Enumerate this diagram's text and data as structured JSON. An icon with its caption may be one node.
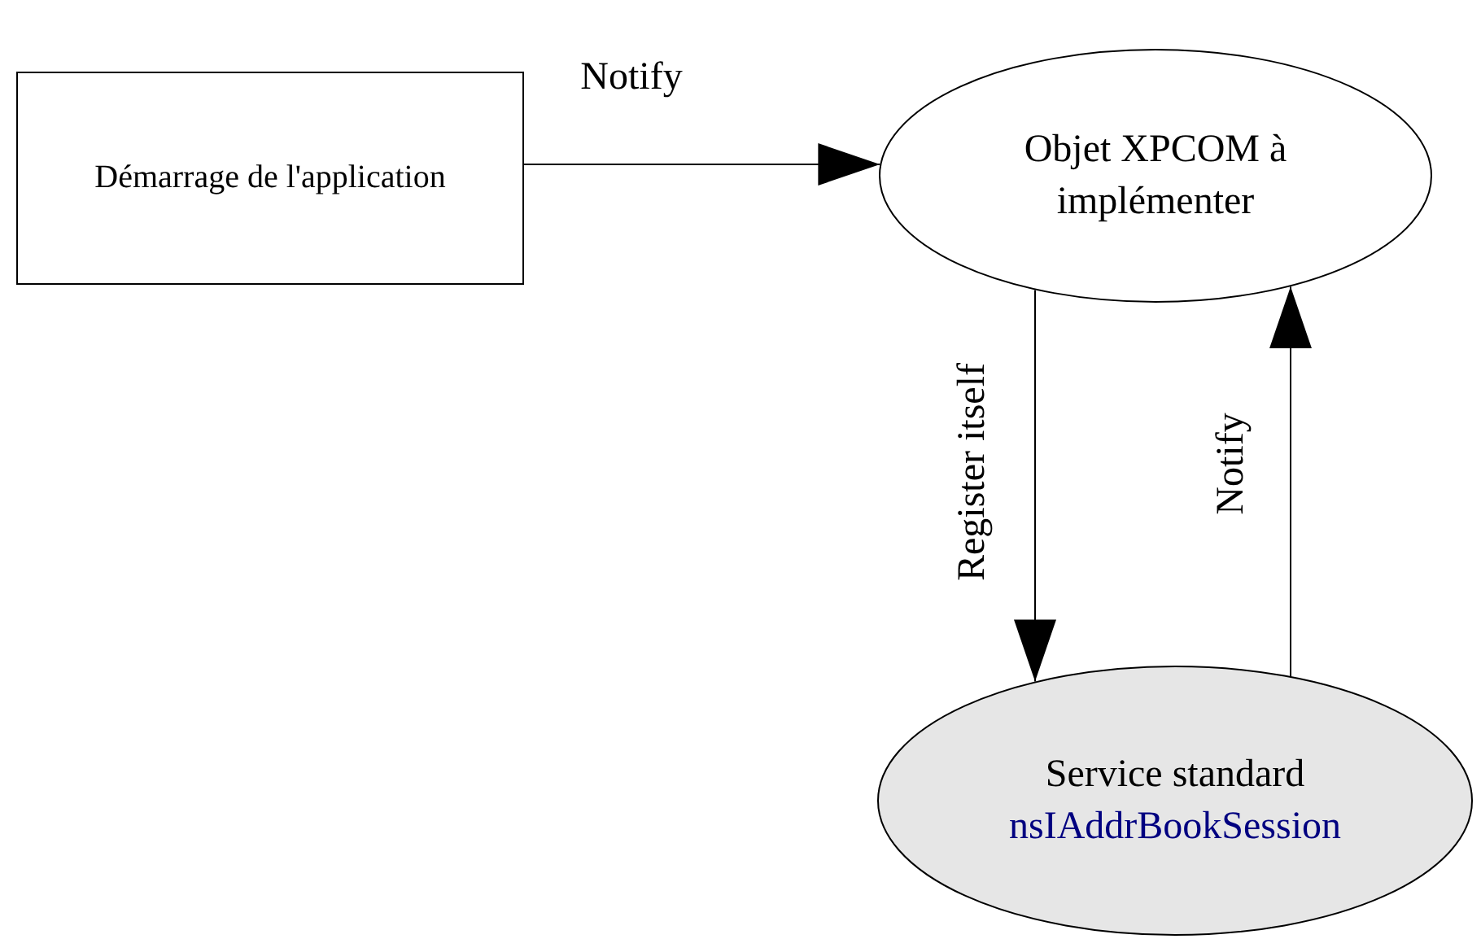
{
  "diagram": {
    "nodes": [
      {
        "text": [
          "Démarrage de l'application"
        ]
      },
      {
        "text": [
          "Objet XPCOM à implémenter"
        ]
      },
      {
        "text": [
          "Service standard",
          "nsIAddrBookSession"
        ]
      }
    ],
    "edges": [
      {
        "from": 0,
        "to": 1,
        "arrow": "to",
        "label": "Notify"
      },
      {
        "from": 1,
        "to": 2,
        "arrow": "to",
        "label": "Register itself"
      },
      {
        "from": 2,
        "to": 1,
        "arrow": "to",
        "label": "Notify"
      }
    ]
  }
}
